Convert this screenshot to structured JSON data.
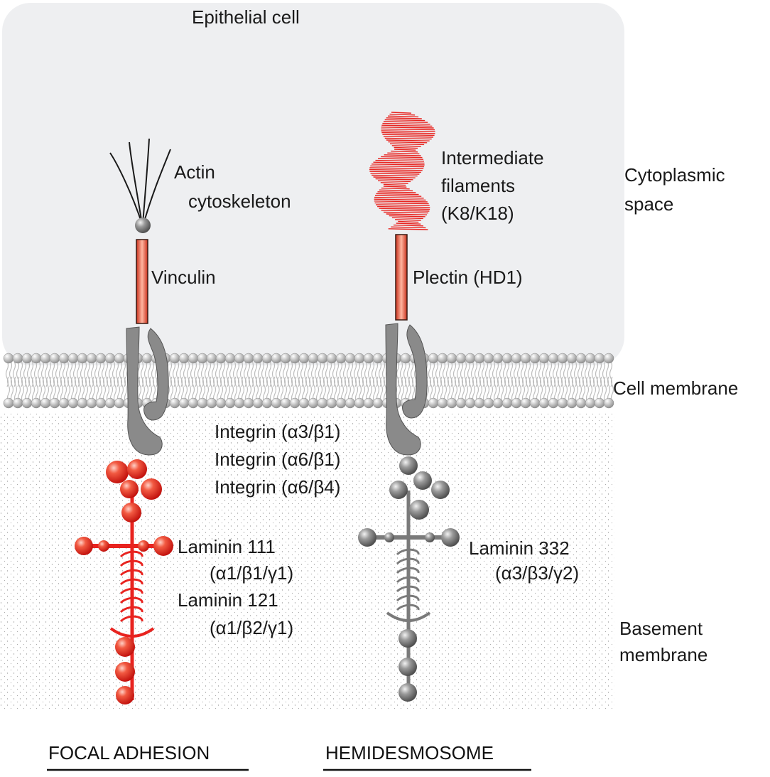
{
  "labels": {
    "epithelial_cell": "Epithelial cell",
    "actin": [
      "Actin",
      "cytoskeleton"
    ],
    "vinculin": "Vinculin",
    "intermediate_filaments": [
      "Intermediate",
      "filaments",
      "(K8/K18)"
    ],
    "plectin": "Plectin (HD1)",
    "cytoplasmic_space": [
      "Cytoplasmic",
      "space"
    ],
    "cell_membrane": "Cell membrane",
    "integrins": [
      "Integrin (α3/β1)",
      "Integrin (α6/β1)",
      "Integrin (α6/β4)"
    ],
    "laminin_111": [
      "Laminin 111",
      "(α1/β1/γ1)"
    ],
    "laminin_121": [
      "Laminin 121",
      "(α1/β2/γ1)"
    ],
    "laminin_332": [
      "Laminin 332",
      "(α3/β3/γ2)"
    ],
    "basement_membrane": [
      "Basement",
      "membrane"
    ],
    "focal_adhesion": "FOCAL ADHESION",
    "hemidesmosome": "HEMIDESMOSOME"
  },
  "colors": {
    "cell_fill": "#eeeff1",
    "red": "#e8231f",
    "red_light": "#ffb3a8",
    "grey": "#7a7a7a",
    "grey_light": "#e6e6e6",
    "membrane_bead": "#b9b9b9",
    "rod_fill": "#e5553a"
  },
  "icons": [
    "actin-fibers-icon",
    "integrin-icon",
    "laminin-icon",
    "lipid-bilayer-icon"
  ]
}
